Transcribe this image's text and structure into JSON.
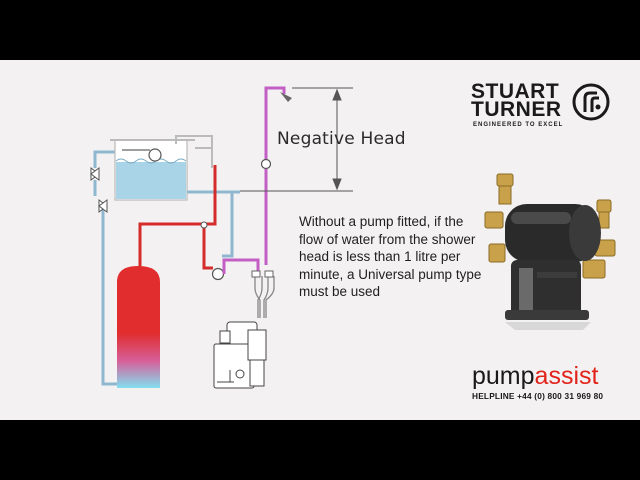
{
  "diagram": {
    "head_label": "Negative Head",
    "description": "Without a pump fitted, if the  flow of water from the shower head is less than 1 litre per minute, a Universal pump type must be used"
  },
  "brand": {
    "name_line1": "STUART",
    "name_line2": "TURNER",
    "tagline": "ENGINEERED TO EXCEL"
  },
  "product": {
    "name_bold": "pump",
    "name_light": "assist",
    "helpline": "HELPLINE +44 (0) 800 31 969 80"
  },
  "colors": {
    "hot": "#d42b2b",
    "cold": "#8fb8d0",
    "mixed": "#c35fc4",
    "tank_water": "#a9d3e6",
    "cylinder_hot": "#e12d2d",
    "cylinder_cold": "#82dff0",
    "brand_red": "#e2231a"
  }
}
